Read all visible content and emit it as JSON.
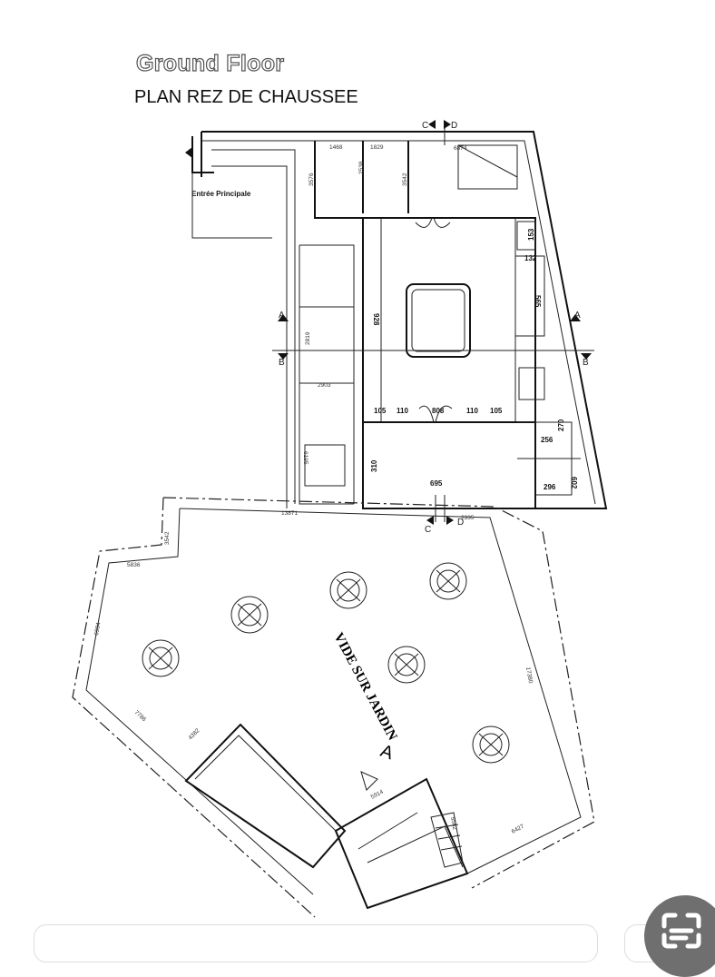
{
  "header": {
    "title": "Ground Floor",
    "subtitle": "PLAN REZ DE CHAUSSEE"
  },
  "rooms": {
    "entrance": "Entrée Principale",
    "garden": "VIDE SUR JARDIN"
  },
  "section_marks": {
    "a_left": "A",
    "a_right": "A",
    "b_left": "B",
    "b_right": "B",
    "c_top": "C",
    "d_top": "D",
    "c_bottom": "C",
    "d_bottom": "D",
    "garden_a": "A"
  },
  "dimensions": {
    "d1468": "1468",
    "d1829": "1829",
    "d6874": "6874",
    "d3576": "3576",
    "d2538": "2538",
    "d3542a": "3542",
    "d153": "153",
    "d132": "132",
    "d565": "565",
    "d928": "928",
    "d2819": "2819",
    "d2903": "2903",
    "d105a": "105",
    "d110a": "110",
    "d808": "808",
    "d110b": "110",
    "d105b": "105",
    "d270": "270",
    "d256": "256",
    "d310": "310",
    "d695": "695",
    "d296": "296",
    "d602": "602",
    "d6195": "6195",
    "d13871": "13871",
    "d2335": "2335",
    "d3542b": "3542",
    "d5836": "5836",
    "d6904": "6904",
    "d7786": "7786",
    "d4382": "4382",
    "d5914": "5914",
    "d5562": "5562",
    "d6427": "6427",
    "d17380": "17380"
  },
  "icons": {
    "scan": "scan-text-icon"
  }
}
